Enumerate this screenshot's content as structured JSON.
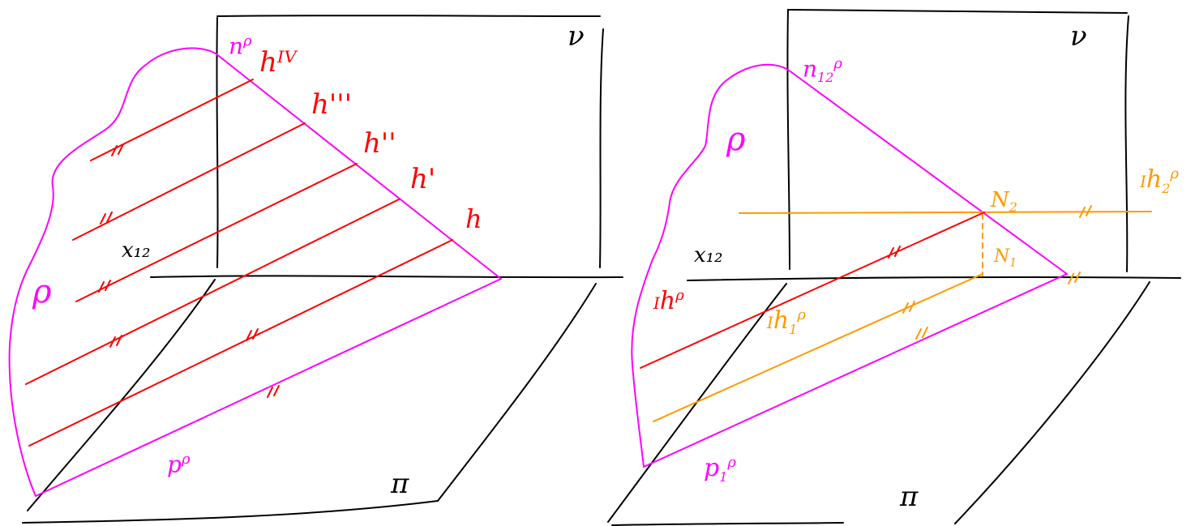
{
  "colors": {
    "frame": "#000000",
    "plane_rho": "#ff00ff",
    "horizontals": "#ff0000",
    "construction": "#ff9900"
  },
  "left_figure": {
    "plane_nu": "ν",
    "plane_pi": "π",
    "axis": "x₁₂",
    "plane_rho": "ρ",
    "trace_n": "n",
    "trace_n_sup": "ρ",
    "trace_p": "p",
    "trace_p_sup": "ρ",
    "h": "h",
    "h1": "h'",
    "h2": "h''",
    "h3": "h'''",
    "h4": "hᴵⱽ",
    "parallel_mark": "//"
  },
  "right_figure": {
    "plane_nu": "ν",
    "plane_pi": "π",
    "axis": "x₁₂",
    "plane_rho": "ρ",
    "trace_n": "n",
    "trace_n_sub": "12",
    "trace_n_sup": "ρ",
    "trace_p": "p",
    "trace_p_sub": "1",
    "trace_p_sup": "ρ",
    "point_N2": "N",
    "point_N2_sub": "2",
    "point_N1": "N",
    "point_N1_sub": "1",
    "h_I": "h",
    "h_I_prefix": "I",
    "h_I_sup": "ρ",
    "h_I1": "h",
    "h_I1_prefix": "I",
    "h_I1_sub": "1",
    "h_I1_sup": "ρ",
    "h_I2": "h",
    "h_I2_prefix": "I",
    "h_I2_sub": "2",
    "h_I2_sup": "ρ",
    "parallel_mark": "//"
  }
}
